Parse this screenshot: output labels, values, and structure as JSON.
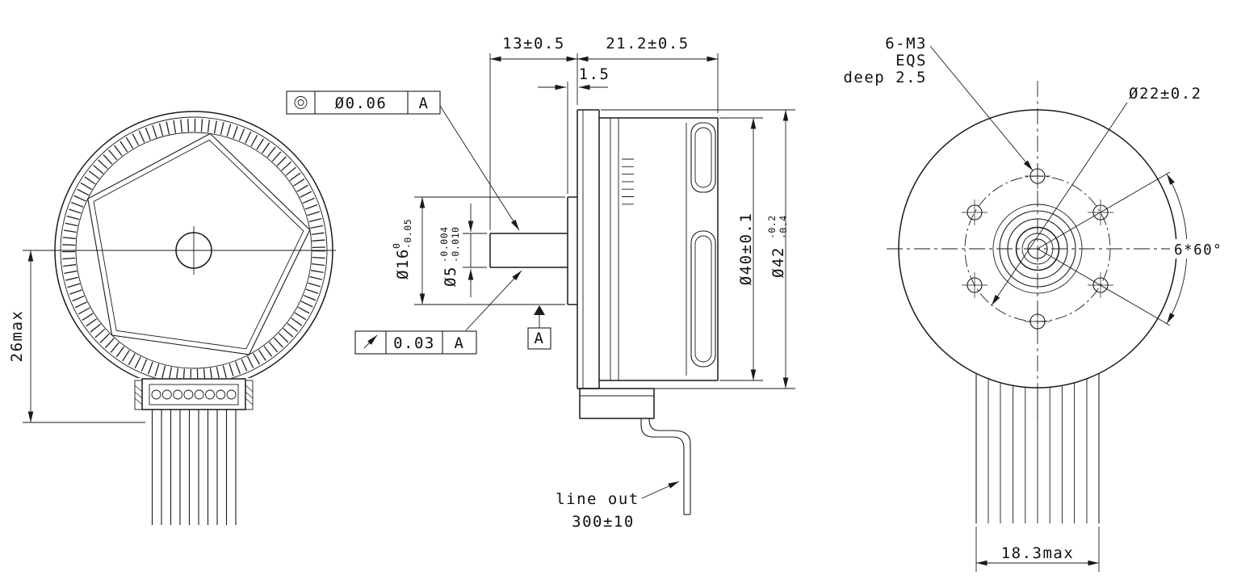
{
  "drawing": {
    "front_view": {
      "dim_height": "26max"
    },
    "side_view": {
      "dim_shaft_length": "13±0.5",
      "dim_body_length": "21.2±0.5",
      "dim_boss_length": "1.5",
      "gdt_concentricity": {
        "symbol": "concentricity",
        "value": "Ø0.06",
        "datum": "A"
      },
      "dim_boss_dia": {
        "value": "Ø16",
        "tol_upper": "0",
        "tol_lower": "-0.05"
      },
      "dim_shaft_dia": {
        "value": "Ø5",
        "tol_upper": "-0.004",
        "tol_lower": "-0.010"
      },
      "gdt_runout": {
        "symbol": "circular-runout",
        "value": "0.03",
        "datum": "A"
      },
      "datum_flag": "A",
      "dim_stator_dia": "Ø40±0.1",
      "dim_body_dia": {
        "value": "Ø42",
        "tol_upper": "-0.2",
        "tol_lower": "-0.4"
      },
      "wire_label": "line out",
      "wire_length": "300±10"
    },
    "back_view": {
      "mount_holes": {
        "line1": "6-M3",
        "line2": "EQS",
        "line3": "deep 2.5"
      },
      "dim_bolt_circle": "Ø22±0.2",
      "dim_hole_angle": "6*60°",
      "dim_wire_width": "18.3max"
    }
  }
}
